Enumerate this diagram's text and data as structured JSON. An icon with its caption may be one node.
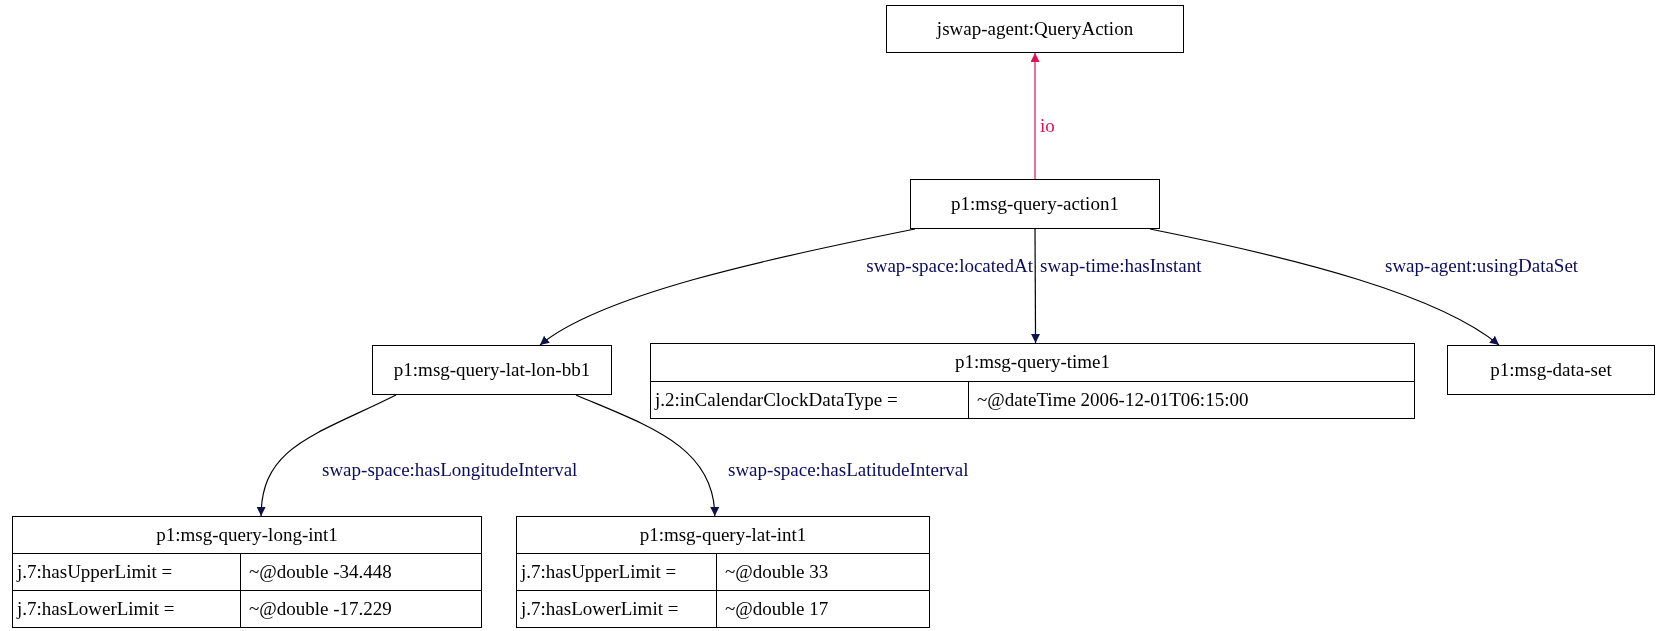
{
  "diagram": {
    "nodes": [
      {
        "text": [
          "jswap-agent:QueryAction"
        ]
      },
      {
        "text": [
          "p1:msg-query-action1"
        ]
      },
      {
        "text": [
          "p1:msg-query-lat-lon-bb1"
        ]
      },
      {
        "text": [
          "p1:msg-query-time1",
          "j.2:inCalendarClockDataType =",
          "~@dateTime 2006-12-01T06:15:00"
        ]
      },
      {
        "text": [
          "p1:msg-data-set"
        ]
      },
      {
        "text": [
          "p1:msg-query-long-int1",
          "j.7:hasUpperLimit =",
          "~@double -34.448",
          "j.7:hasLowerLimit =",
          "~@double -17.229"
        ]
      },
      {
        "text": [
          "p1:msg-query-lat-int1",
          "j.7:hasUpperLimit =",
          "~@double 33",
          "j.7:hasLowerLimit =",
          "~@double 17"
        ]
      }
    ],
    "edges": [
      {
        "from": 1,
        "to": 0,
        "arrow": "to",
        "label": "io",
        "color": "#e0104f"
      },
      {
        "from": 1,
        "to": 2,
        "arrow": "to",
        "label": "swap-space:locatedAt"
      },
      {
        "from": 1,
        "to": 3,
        "arrow": "to",
        "label": "swap-time:hasInstant"
      },
      {
        "from": 1,
        "to": 4,
        "arrow": "to",
        "label": "swap-agent:usingDataSet"
      },
      {
        "from": 2,
        "to": 5,
        "arrow": "to",
        "label": "swap-space:hasLongitudeInterval"
      },
      {
        "from": 2,
        "to": 6,
        "arrow": "to",
        "label": "swap-space:hasLatitudeInterval"
      }
    ]
  }
}
